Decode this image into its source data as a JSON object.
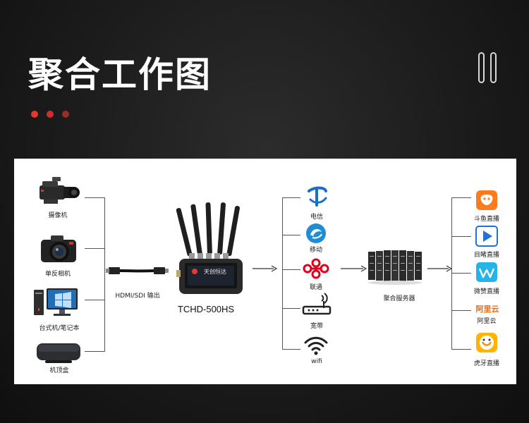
{
  "title": "聚合工作图",
  "accent": "#e23b30",
  "dots": [
    "#e8372c",
    "#c8322b",
    "#9e2b27"
  ],
  "sources": [
    {
      "label": "摄像机",
      "icon": "camcorder-icon"
    },
    {
      "label": "单反相机",
      "icon": "dslr-camera-icon"
    },
    {
      "label": "台式机/笔记本",
      "icon": "desktop-computer-icon"
    },
    {
      "label": "机顶盒",
      "icon": "set-top-box-icon"
    }
  ],
  "cable_label": "HDMI/SDI 输出",
  "encoder": {
    "model": "TCHD-500HS",
    "brand": "天创恒达"
  },
  "networks": [
    {
      "label": "电信",
      "icon": "china-telecom-icon"
    },
    {
      "label": "移动",
      "icon": "china-mobile-icon"
    },
    {
      "label": "联通",
      "icon": "china-unicom-icon"
    },
    {
      "label": "宽带",
      "icon": "router-icon"
    },
    {
      "label": "wifi",
      "icon": "wifi-icon"
    }
  ],
  "server": {
    "label": "聚合服务器",
    "icon": "server-rack-icon"
  },
  "platforms": [
    {
      "label": "斗鱼直播",
      "icon": "douyu-icon"
    },
    {
      "label": "目睹直播",
      "icon": "mudu-icon"
    },
    {
      "label": "微赞直播",
      "icon": "weizan-icon"
    },
    {
      "label": "阿里云",
      "icon": "aliyun-icon",
      "logo_text": "阿里云"
    },
    {
      "label": "虎牙直播",
      "icon": "huya-icon"
    }
  ]
}
